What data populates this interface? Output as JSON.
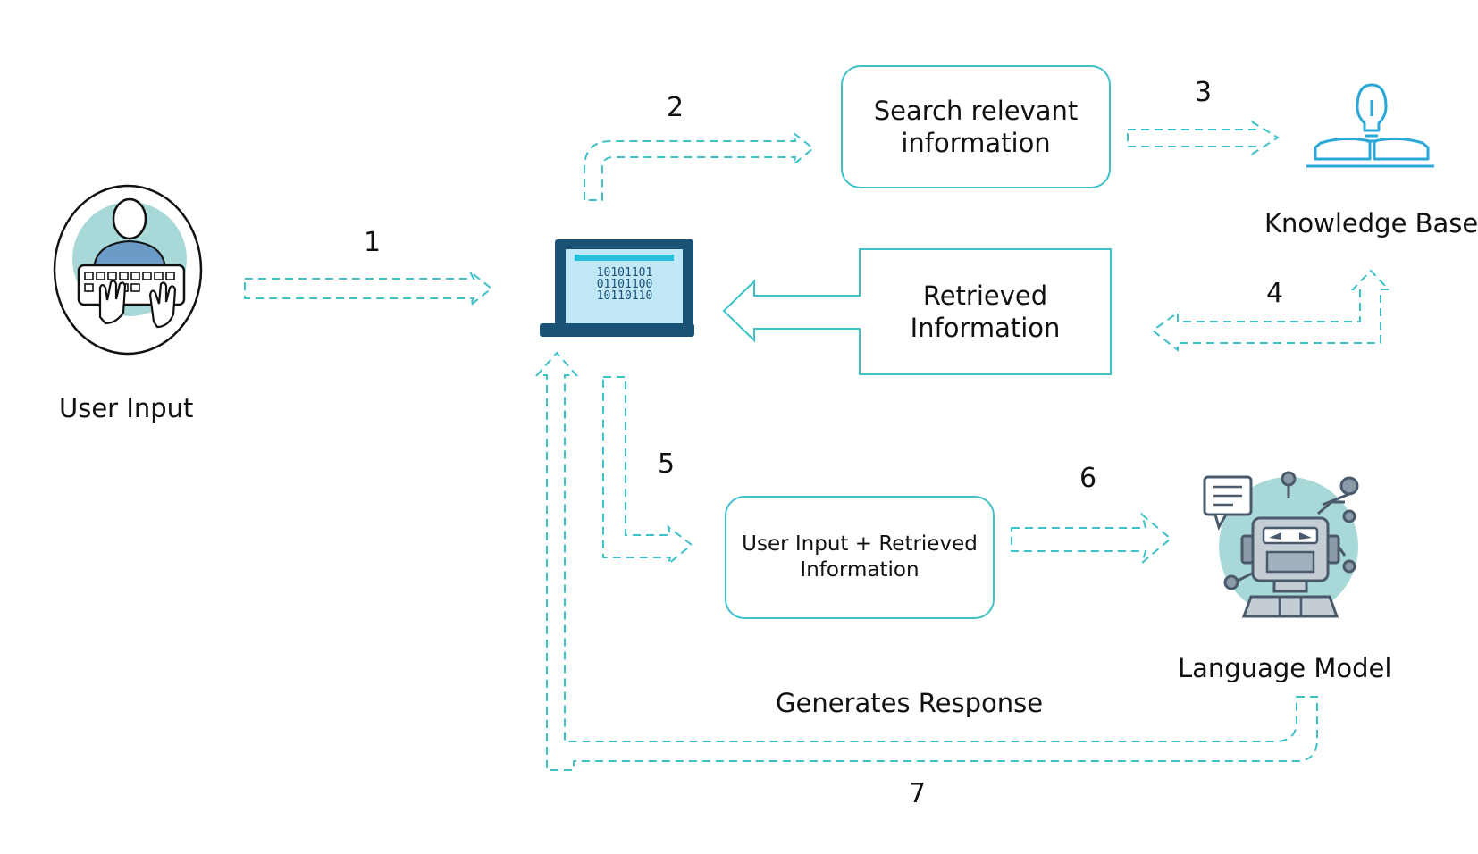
{
  "nodes": {
    "user_input": "User Input",
    "knowledge_base": "Knowledge Base",
    "language_model": "Language Model"
  },
  "boxes": {
    "search": [
      "Search relevant",
      "information"
    ],
    "retrieved": [
      "Retrieved",
      "Information"
    ],
    "combined": [
      "User Input + Retrieved",
      "Information"
    ]
  },
  "laptop_binary": [
    "10101101",
    "01101100",
    "10110110"
  ],
  "steps": [
    "1",
    "2",
    "3",
    "4",
    "5",
    "6",
    "7"
  ],
  "generates_response": "Generates Response",
  "colors": {
    "accent": "#3fc1c9",
    "dark_blue": "#1a5276",
    "screen_blue": "#bfe7f5",
    "teal_circle": "#a8d8d8"
  }
}
